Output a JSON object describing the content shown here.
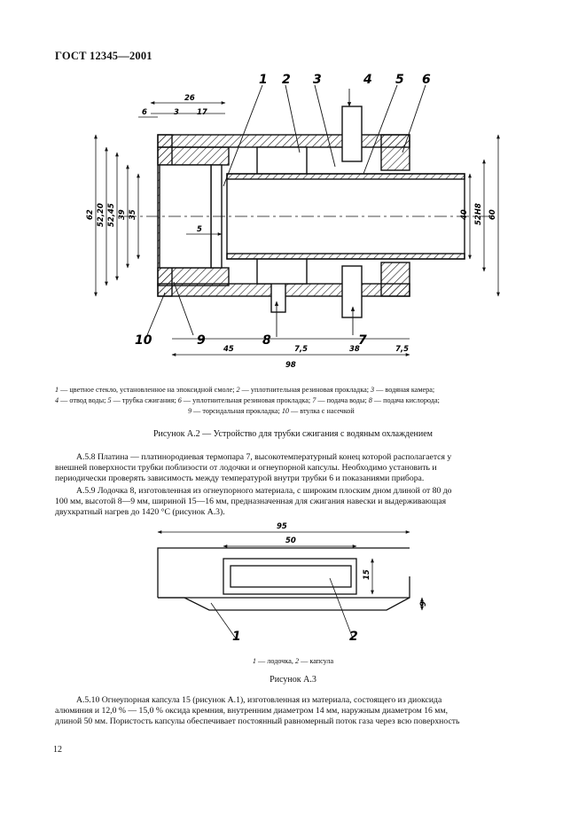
{
  "header": "ГОСТ 12345—2001",
  "figure_a2": {
    "dimensions": {
      "d26": "26",
      "d6": "6",
      "d3": "3",
      "d17": "17",
      "d5": "5",
      "d62": "62",
      "d5220": "52,20",
      "d5245": "52,45",
      "d39": "39",
      "d35": "35",
      "d40": "40",
      "d52H8": "52H8",
      "d60": "60",
      "d45": "45",
      "d75a": "7,5",
      "d38": "38",
      "d75b": "7,5",
      "d98": "98"
    },
    "callouts": {
      "c1": "1",
      "c2": "2",
      "c3": "3",
      "c4": "4",
      "c5": "5",
      "c6": "6",
      "c7": "7",
      "c8": "8",
      "c9": "9",
      "c10": "10"
    },
    "legend": [
      {
        "num": "1",
        "text": " — цветное стекло, установленное на эпоксидной смоле; "
      },
      {
        "num": "2",
        "text": " — уплотнительная резиновая прокладка; "
      },
      {
        "num": "3",
        "text": " — водяная камера;"
      },
      {
        "num": "4",
        "text": " — отвод воды; "
      },
      {
        "num": "5",
        "text": " — трубка сжигания; "
      },
      {
        "num": "6",
        "text": " — уплотнительная резиновая прокладка; "
      },
      {
        "num": "7",
        "text": " — подача воды; "
      },
      {
        "num": "8",
        "text": " — подача кислорода;"
      },
      {
        "num": "9",
        "text": " — торсидальная прокладка; "
      },
      {
        "num": "10",
        "text": " — втулка с насечкой"
      }
    ],
    "caption": "Рисунок А.2 — Устройство для трубки сжигания с водяным охлаждением"
  },
  "paragraphs": {
    "a58": [
      "А.5.8 Платина — платинородиевая термопара 7, высокотемпературный конец которой располагается у",
      "внешней поверхности трубки поблизости от лодочки и огнеупорной капсулы. Необходимо установить и",
      "периодически проверять зависимость между температурой внутри трубки 6 и показаниями прибора."
    ],
    "a59": [
      "А.5.9 Лодочка 8, изготовленная из огнеупорного материала, с широким плоским дном длиной от 80 до",
      "100 мм, высотой 8—9 мм, шириной 15—16 мм, предназначенная для сжигания навески и выдерживающая",
      "двухкратный нагрев до 1420 °С (рисунок А.3)."
    ],
    "a510": [
      "А.5.10 Огнеупорная капсула 15 (рисунок А.1), изготовленная из материала, состоящего из диоксида",
      "алюминия и 12,0 % — 15,0 % оксида кремния, внутренним диаметром 14 мм, наружным диаметром 16 мм,",
      "длиной 50 мм. Пористость капсулы обеспечивает постоянный равномерный поток газа через всю поверхность"
    ]
  },
  "figure_a3": {
    "dimensions": {
      "d95": "95",
      "d50": "50",
      "d15": "15",
      "d9": "9"
    },
    "callouts": {
      "c1": "1",
      "c2": "2"
    },
    "legend": [
      {
        "num": "1",
        "text": " — лодочка, "
      },
      {
        "num": "2",
        "text": " — капсула"
      }
    ],
    "caption": "Рисунок А.3"
  },
  "page_number": "12"
}
